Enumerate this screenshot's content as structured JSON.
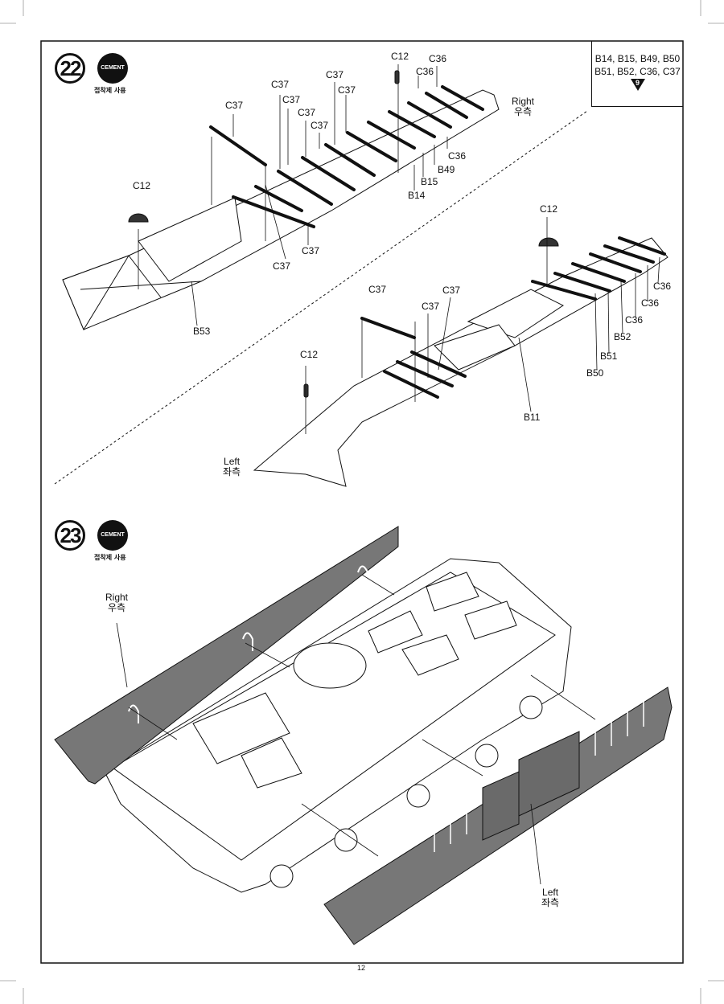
{
  "step22": {
    "number": "22",
    "cement_label": "CEMENT",
    "cement_text": "접착제 사용",
    "right": {
      "en": "Right",
      "kr": "우측"
    },
    "left": {
      "en": "Left",
      "kr": "좌측"
    },
    "parts_ref": {
      "line1": "B14, B15, B49, B50",
      "line2": "B51, B52, C36, C37",
      "ref_step": "9"
    },
    "callouts": {
      "c12_top": "C12",
      "c36_top": "C36",
      "c36_b": "C36",
      "c37_a": "C37",
      "c37_b": "C37",
      "c37_c": "C37",
      "c37_d": "C37",
      "c37_e": "C37",
      "c37_f": "C37",
      "c37_g": "C37",
      "c37_h": "C37",
      "c36_side": "C36",
      "b49": "B49",
      "b15": "B15",
      "b14": "B14",
      "c12_left": "C12",
      "b53": "B53",
      "c12_right": "C12",
      "c36_r1": "C36",
      "c36_r2": "C36",
      "c36_r3": "C36",
      "b52": "B52",
      "b51": "B51",
      "b50": "B50",
      "b11": "B11",
      "c37_l1": "C37",
      "c37_l2": "C37",
      "c37_l3": "C37",
      "c12_l": "C12"
    }
  },
  "step23": {
    "number": "23",
    "cement_label": "CEMENT",
    "cement_text": "접착제 사용",
    "right": {
      "en": "Right",
      "kr": "우측"
    },
    "left": {
      "en": "Left",
      "kr": "좌측"
    }
  },
  "page_number": "12",
  "colors": {
    "line": "#111111",
    "panel": "#777777",
    "hull": "#ffffff"
  }
}
